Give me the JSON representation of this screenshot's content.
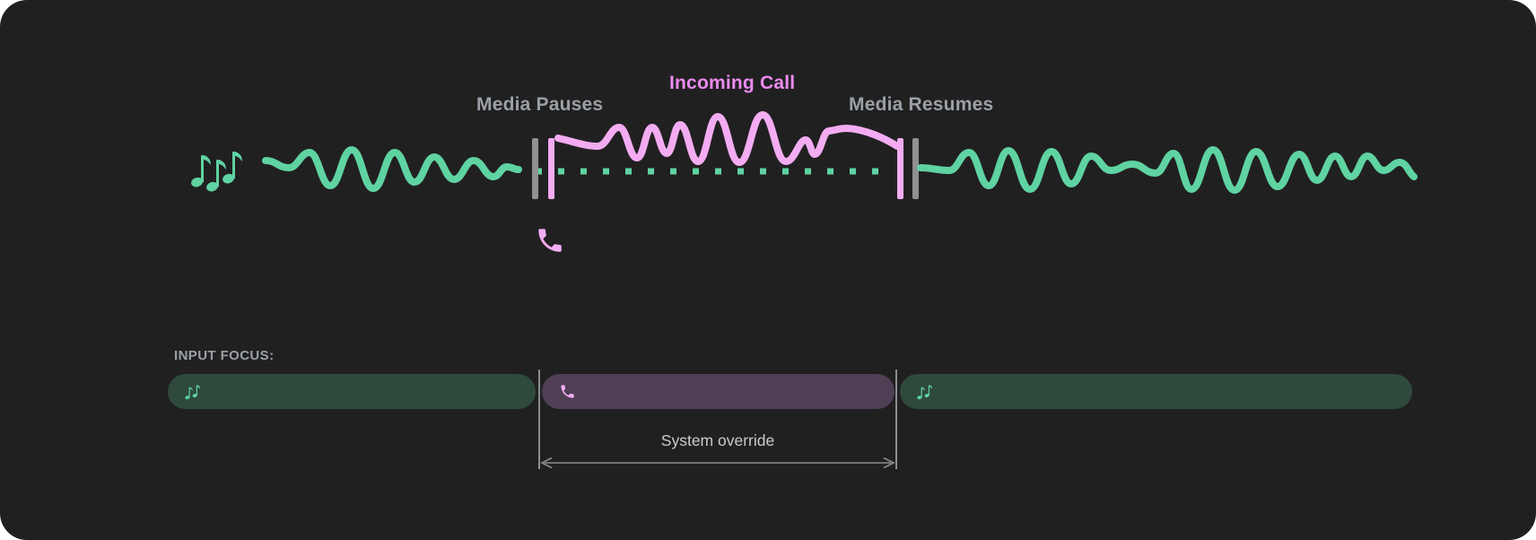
{
  "colors": {
    "media_green": "#5fd3a2",
    "incoming_pink": "#ec8bf0",
    "pink_light": "#f3acf1",
    "marker_gray": "#909090",
    "label_gray": "#9aa0a6",
    "override_text": "#c9cccf",
    "guide_gray": "#8b8e92",
    "focus_media_bg": "#2e4a3c",
    "focus_call_bg": "#4e3f54",
    "panel_bg": "#212021",
    "page_bg": "#ffffff"
  },
  "timeline": {
    "media_pauses_label": "Media Pauses",
    "incoming_call_label": "Incoming Call",
    "media_resumes_label": "Media Resumes",
    "media_icon": "music-notes-icon",
    "call_icon": "phone-icon"
  },
  "input_focus": {
    "heading": "INPUT FOCUS:",
    "override_label": "System override",
    "segments": [
      {
        "id": "media-before",
        "icon": "music-notes-icon",
        "type": "media"
      },
      {
        "id": "call-override",
        "icon": "phone-icon",
        "type": "call"
      },
      {
        "id": "media-after",
        "icon": "music-notes-icon",
        "type": "media"
      }
    ]
  }
}
